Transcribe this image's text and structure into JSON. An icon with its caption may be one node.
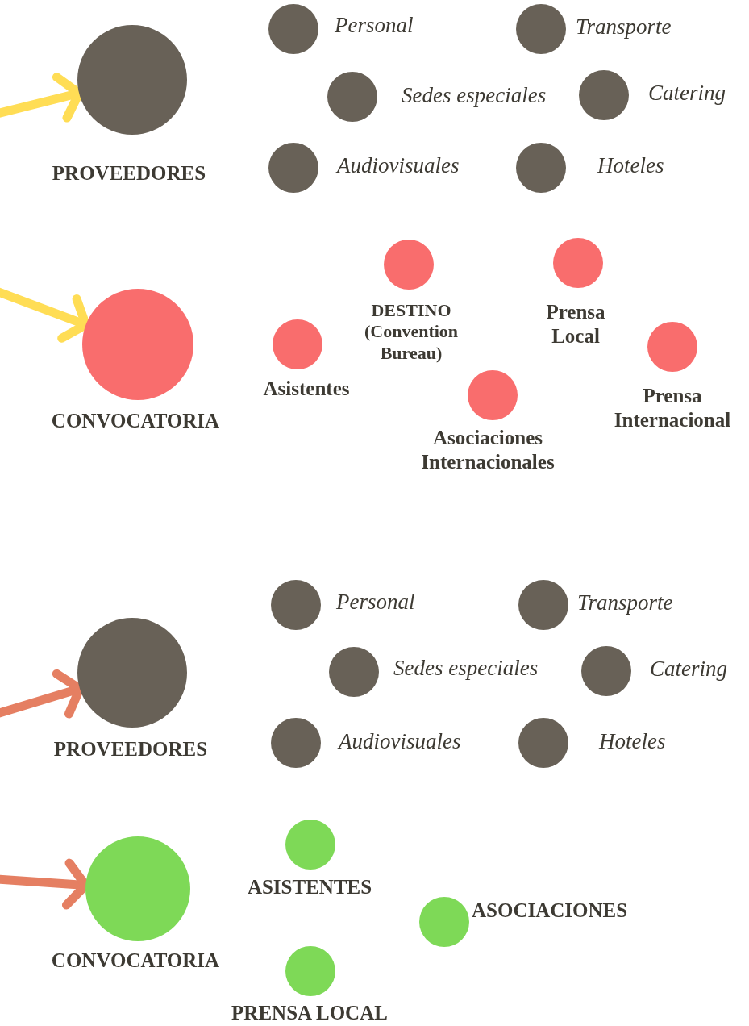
{
  "diagram": {
    "nodes": [
      {
        "text": [
          "PROVEEDORES"
        ]
      },
      {
        "text": [
          "Personal"
        ]
      },
      {
        "text": [
          "Transporte"
        ]
      },
      {
        "text": [
          "Sedes especiales"
        ]
      },
      {
        "text": [
          "Catering"
        ]
      },
      {
        "text": [
          "Audiovisuales"
        ]
      },
      {
        "text": [
          "Hoteles"
        ]
      },
      {
        "text": [
          "CONVOCATORIA"
        ]
      },
      {
        "text": [
          "Asistentes"
        ]
      },
      {
        "text": [
          "DESTINO (Convention Bureau)"
        ]
      },
      {
        "text": [
          "Prensa Local"
        ]
      },
      {
        "text": [
          "Asociaciones Internacionales"
        ]
      },
      {
        "text": [
          "Prensa Internacional"
        ]
      },
      {
        "text": [
          "PROVEEDORES"
        ]
      },
      {
        "text": [
          "Personal"
        ]
      },
      {
        "text": [
          "Transporte"
        ]
      },
      {
        "text": [
          "Sedes especiales"
        ]
      },
      {
        "text": [
          "Catering"
        ]
      },
      {
        "text": [
          "Audiovisuales"
        ]
      },
      {
        "text": [
          "Hoteles"
        ]
      },
      {
        "text": [
          "CONVOCATORIA"
        ]
      },
      {
        "text": [
          "ASISTENTES"
        ]
      },
      {
        "text": [
          "ASOCIACIONES"
        ]
      },
      {
        "text": [
          "PRENSA LOCAL"
        ]
      }
    ],
    "edges": [
      {
        "from": null,
        "to": 0,
        "arrow": "to",
        "color": "#ffdd55"
      },
      {
        "from": null,
        "to": 7,
        "arrow": "to",
        "color": "#ffdd55"
      },
      {
        "from": null,
        "to": 13,
        "arrow": "to",
        "color": "#e57f62"
      },
      {
        "from": null,
        "to": 20,
        "arrow": "to",
        "color": "#e57f62"
      }
    ]
  }
}
